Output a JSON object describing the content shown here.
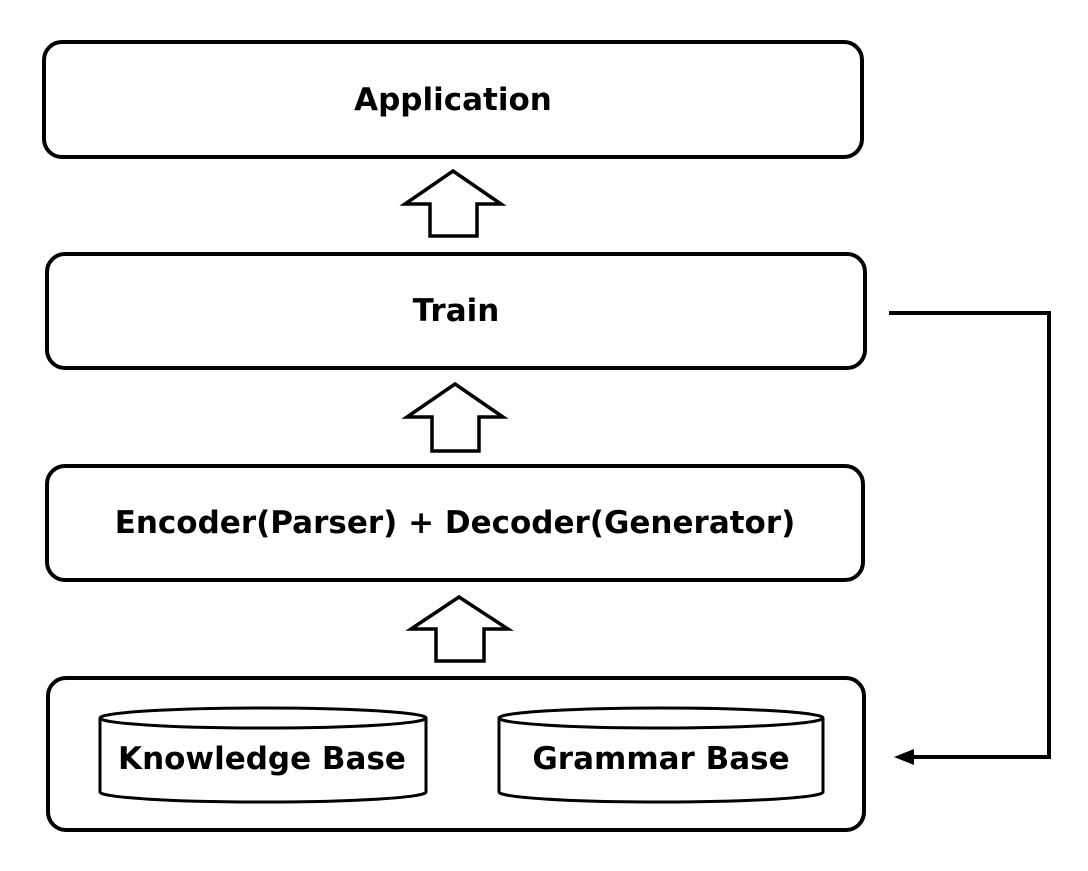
{
  "layers": {
    "application": "Application",
    "train": "Train",
    "encoder_decoder": "Encoder(Parser) + Decoder(Generator)"
  },
  "data_sources": {
    "knowledge_base": "Knowledge Base",
    "grammar_base": "Grammar Base"
  },
  "colors": {
    "stroke": "#000000",
    "background": "#ffffff"
  },
  "icons": {
    "up_arrow": "hollow-up-arrow-icon",
    "feedback_arrow": "elbow-arrow-left-icon"
  }
}
